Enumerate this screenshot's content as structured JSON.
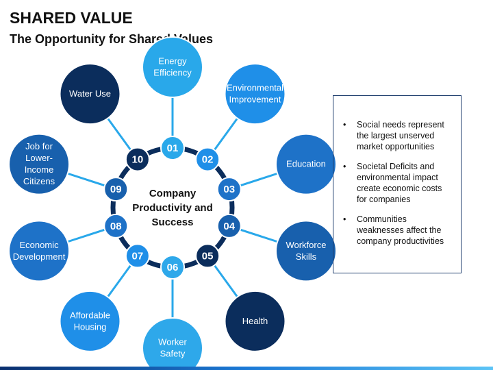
{
  "header": {
    "title": "SHARED VALUE",
    "subtitle": "The Opportunity for Shared Values"
  },
  "center_label": [
    "Company",
    "Productivity and",
    "Success"
  ],
  "nodes": [
    {
      "number": "01",
      "lines": [
        "Energy",
        "Efficiency"
      ],
      "color": "#29a8ea"
    },
    {
      "number": "02",
      "lines": [
        "Environmental",
        "Improvement"
      ],
      "color": "#1f8fe8"
    },
    {
      "number": "03",
      "lines": [
        "Education"
      ],
      "color": "#1e72c8"
    },
    {
      "number": "04",
      "lines": [
        "Workforce",
        "Skills"
      ],
      "color": "#1860ad"
    },
    {
      "number": "05",
      "lines": [
        "Health"
      ],
      "color": "#0b2d5c"
    },
    {
      "number": "06",
      "lines": [
        "Worker",
        "Safety"
      ],
      "color": "#2ea8ea"
    },
    {
      "number": "07",
      "lines": [
        "Affordable",
        "Housing"
      ],
      "color": "#1f8fe8"
    },
    {
      "number": "08",
      "lines": [
        "Economic",
        "Development"
      ],
      "color": "#1e72c8"
    },
    {
      "number": "09",
      "lines": [
        "Job for",
        "Lower-",
        "Income",
        "Citizens"
      ],
      "color": "#1860ad"
    },
    {
      "number": "10",
      "lines": [
        "Water Use"
      ],
      "color": "#0b2d5c"
    }
  ],
  "colors": {
    "ring": "#0b2d5c",
    "connector": "#29a8ea",
    "box_border": "#1f3e6e"
  },
  "bullets": [
    "Social needs represent the largest unserved market opportunities",
    "Societal Deficits and environmental impact create economic costs for companies",
    "Communities weaknesses affect the company productivities"
  ]
}
